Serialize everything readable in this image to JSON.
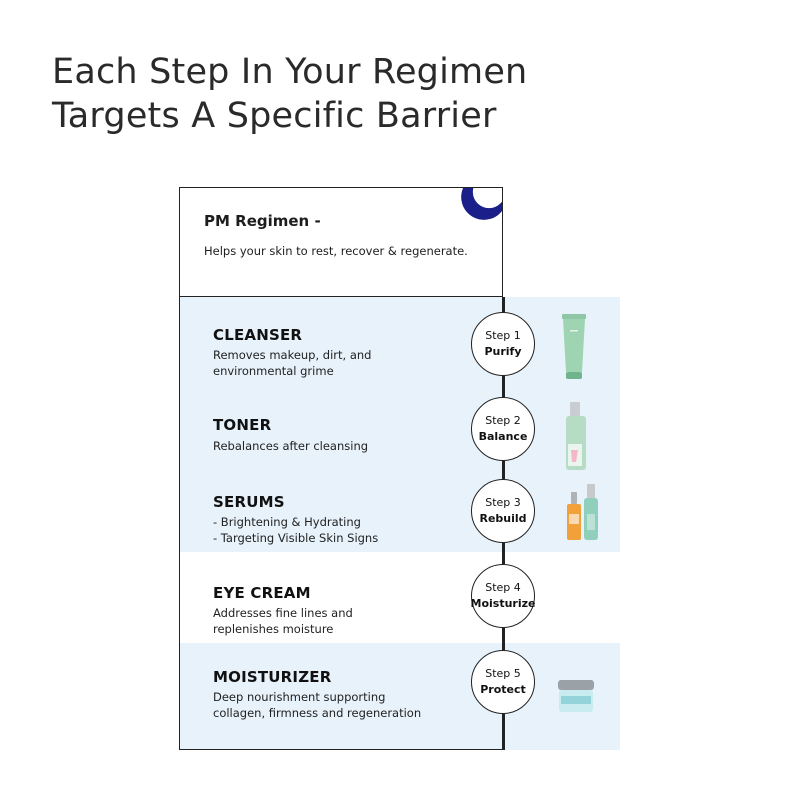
{
  "headline": {
    "line1": "Each Step In Your Regimen",
    "line2": "Targets A Specific Barrier"
  },
  "card": {
    "title": "PM Regimen -",
    "subtitle": "Helps your skin to rest, recover & regenerate."
  },
  "steps": [
    {
      "title": "CLEANSER",
      "desc": [
        "Removes makeup, dirt, and",
        "environmental grime"
      ],
      "step_num": "Step 1",
      "step_word": "Purify",
      "product_icon": "cleanser-tube-icon"
    },
    {
      "title": "TONER",
      "desc": [
        "Rebalances after cleansing"
      ],
      "step_num": "Step 2",
      "step_word": "Balance",
      "product_icon": "toner-bottle-icon"
    },
    {
      "title": "SERUMS",
      "desc": [
        "- Brightening & Hydrating",
        "- Targeting Visible Skin Signs"
      ],
      "step_num": "Step 3",
      "step_word": "Rebuild",
      "product_icon": "serum-bottles-icon"
    },
    {
      "title": "EYE CREAM",
      "desc": [
        "Addresses fine lines and",
        "replenishes moisture"
      ],
      "step_num": "Step 4",
      "step_word": "Moisturize",
      "product_icon": ""
    },
    {
      "title": "MOISTURIZER",
      "desc": [
        "Deep nourishment supporting",
        "collagen, firmness and regeneration"
      ],
      "step_num": "Step 5",
      "step_word": "Protect",
      "product_icon": "moisturizer-jar-icon"
    }
  ],
  "colors": {
    "band": "#e7f2fb",
    "moon": "#1b1f8a",
    "line": "#222222"
  }
}
